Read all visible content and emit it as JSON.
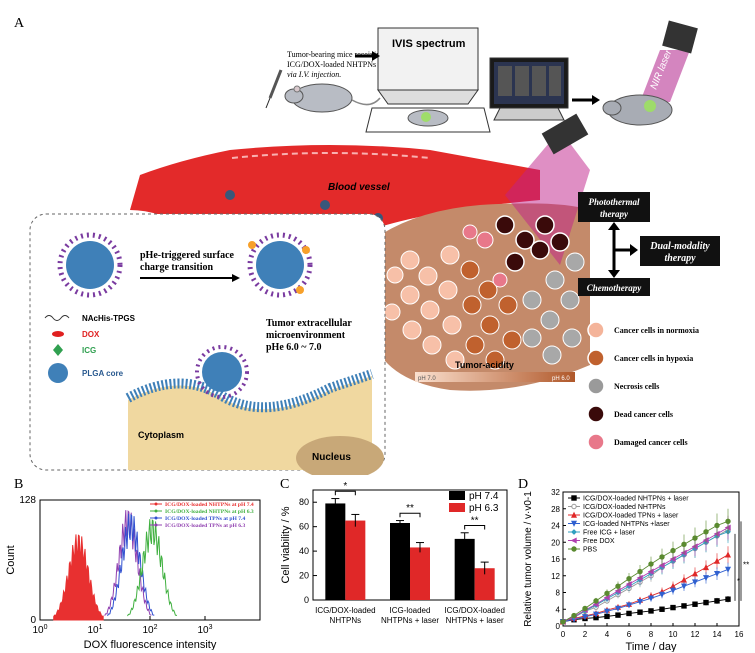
{
  "panel_a": {
    "letter": "A",
    "mouse_caption_1": "Tumor-bearing mice receiving",
    "mouse_caption_2": "ICG/DOX-loaded NHTPNs",
    "mouse_caption_3": "via I.V. injection.",
    "ivis_label": "IVIS spectrum",
    "laser_label": "NIR laser",
    "blood_vessel": "Blood vessel",
    "photothermal": "Photothermal therapy",
    "chemotherapy": "Chemotherapy",
    "dual_modality": "Dual-modality therapy",
    "tumor_acidity": "Tumor-acidity",
    "ph_left": "pH 7.0",
    "ph_right": "pH 6.0",
    "inset": {
      "transition_line1": "pHe-triggered surface",
      "transition_line2": "charge transition",
      "legend_polymer": "NAcHis-TPGS",
      "legend_dox": "DOX",
      "legend_icg": "ICG",
      "legend_core": "PLGA core",
      "microenv_line1": "Tumor extracellular",
      "microenv_line2": "microenvironment",
      "microenv_line3": "pHe 6.0 ~ 7.0",
      "cytoplasm": "Cytoplasm",
      "nucleus": "Nucleus"
    },
    "cell_legend": [
      {
        "label": "Cancer cells in normoxia",
        "color": "#f4b49a"
      },
      {
        "label": "Cancer cells in hypoxia",
        "color": "#c0612e"
      },
      {
        "label": "Necrosis cells",
        "color": "#9a9a9a"
      },
      {
        "label": "Dead cancer cells",
        "color": "#3a0a0a"
      },
      {
        "label": "Damaged cancer cells",
        "color": "#e8788a"
      }
    ]
  },
  "panel_b": {
    "letter": "B",
    "chart_data": {
      "type": "line",
      "title": "",
      "xlabel": "DOX fluorescence intensity",
      "ylabel": "Count",
      "x_scale": "log",
      "xlim": [
        1,
        10000
      ],
      "ylim": [
        0,
        128
      ],
      "x_ticks": [
        "10^0",
        "10^1",
        "10^2",
        "10^3"
      ],
      "y_ticks": [
        "0",
        "128"
      ],
      "series": [
        {
          "name": "ICG/DOX-loaded NHTPNs at pH 7.4",
          "color": "#e83030"
        },
        {
          "name": "ICG/DOX-loaded NHTPNs at pH 6.3",
          "color": "#40b040"
        },
        {
          "name": "ICG/DOX-loaded TPNs at pH 7.4",
          "color": "#3050d0"
        },
        {
          "name": "ICG/DOX-loaded TPNs at pH 6.3",
          "color": "#9040b0"
        }
      ]
    }
  },
  "panel_c": {
    "letter": "C",
    "chart_data": {
      "type": "bar",
      "ylabel": "Cell viability / %",
      "ylim": [
        0,
        90
      ],
      "y_ticks": [
        0,
        20,
        40,
        60,
        80
      ],
      "categories": [
        "ICG/DOX-loaded NHTPNs",
        "ICG-loaded NHTPNs + laser",
        "ICG/DOX-loaded NHTPNs + laser"
      ],
      "category_lines": [
        [
          "ICG/DOX-loaded",
          "NHTPNs"
        ],
        [
          "ICG-loaded",
          "NHTPNs + laser"
        ],
        [
          "ICG/DOX-loaded",
          "NHTPNs + laser"
        ]
      ],
      "series": [
        {
          "name": "pH 7.4",
          "color": "#000000",
          "values": [
            79,
            63,
            50
          ],
          "errors": [
            4,
            2,
            5
          ]
        },
        {
          "name": "pH 6.3",
          "color": "#e02828",
          "values": [
            65,
            43,
            26
          ],
          "errors": [
            5,
            4,
            5
          ]
        }
      ],
      "significance": [
        "*",
        "**",
        "**"
      ]
    }
  },
  "panel_d": {
    "letter": "D",
    "chart_data": {
      "type": "line",
      "xlabel": "Time / day",
      "ylabel": "Relative tumor volume / v·v0-1",
      "xlim": [
        0,
        16
      ],
      "ylim": [
        0,
        32
      ],
      "x_ticks": [
        0,
        2,
        4,
        6,
        8,
        10,
        12,
        14,
        16
      ],
      "y_ticks": [
        0,
        4,
        8,
        12,
        16,
        20,
        24,
        28,
        32
      ],
      "x": [
        0,
        1,
        2,
        3,
        4,
        5,
        6,
        7,
        8,
        9,
        10,
        11,
        12,
        13,
        14,
        15
      ],
      "series": [
        {
          "name": "ICG/DOX-loaded NHTPNs + laser",
          "color": "#000000",
          "marker": "square",
          "values": [
            1,
            1.5,
            1.8,
            2,
            2.3,
            2.6,
            3,
            3.3,
            3.6,
            4,
            4.4,
            4.8,
            5.2,
            5.6,
            6,
            6.4
          ]
        },
        {
          "name": "ICG/DOX-loaded NHTPNs",
          "color": "#9a9a9a",
          "marker": "circle",
          "values": [
            1,
            2,
            3.5,
            4.5,
            6,
            7.5,
            9,
            10.5,
            12,
            14,
            15.5,
            17,
            18.5,
            20,
            21.5,
            23
          ]
        },
        {
          "name": "ICG/DOX-loaded TPNs + laser",
          "color": "#e02828",
          "marker": "triangle",
          "values": [
            1,
            1.8,
            2.4,
            3,
            3.8,
            4.5,
            5.2,
            6.2,
            7.2,
            8.2,
            9.5,
            11,
            12.5,
            14,
            15.5,
            17
          ]
        },
        {
          "name": "ICG-loaded NHTPNs +laser",
          "color": "#3060d0",
          "marker": "triangle-down",
          "values": [
            1,
            1.6,
            2.2,
            2.8,
            3.5,
            4.2,
            5,
            5.8,
            6.6,
            7.5,
            8.5,
            9.5,
            10.5,
            11.5,
            12.5,
            13.5
          ]
        },
        {
          "name": "Free ICG + laser",
          "color": "#30a0c0",
          "marker": "diamond",
          "values": [
            1,
            2.2,
            3.6,
            5,
            6.5,
            8,
            9.5,
            11,
            12.5,
            14,
            15.5,
            17,
            18.5,
            20,
            21.5,
            22.5
          ]
        },
        {
          "name": "Free DOX",
          "color": "#b040b0",
          "marker": "triangle-left",
          "values": [
            1,
            2.2,
            3.8,
            5.2,
            6.8,
            8.4,
            10,
            11.5,
            13,
            14.5,
            16,
            17.5,
            19,
            20.5,
            22,
            23.5
          ]
        },
        {
          "name": "PBS",
          "color": "#5a8a30",
          "marker": "star",
          "values": [
            1,
            2.5,
            4.2,
            6,
            7.8,
            9.5,
            11.3,
            13,
            14.8,
            16.5,
            18,
            19.5,
            21,
            22.5,
            24,
            25
          ]
        }
      ],
      "significance": [
        "*",
        "**"
      ]
    }
  }
}
